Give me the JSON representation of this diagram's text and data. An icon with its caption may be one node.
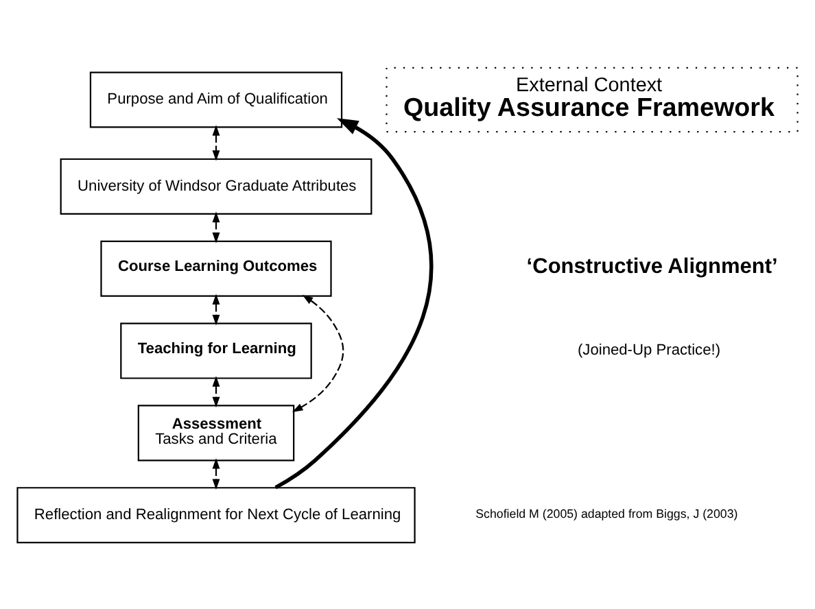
{
  "diagram": {
    "nodes": [
      {
        "text": [
          "Purpose and Aim of Qualification"
        ]
      },
      {
        "text": [
          "University of Windsor Graduate Attributes"
        ]
      },
      {
        "text": [
          "Course Learning Outcomes"
        ]
      },
      {
        "text": [
          "Teaching for Learning"
        ]
      },
      {
        "text": [
          "Assessment",
          "Tasks and Criteria"
        ]
      },
      {
        "text": [
          "Reflection and Realignment for Next Cycle of Learning"
        ]
      },
      {
        "text": [
          "External Context",
          "Quality Assurance Framework"
        ]
      }
    ],
    "edges": [
      {
        "from": 0,
        "to": 1,
        "arrow": "both",
        "style": "dashed"
      },
      {
        "from": 1,
        "to": 2,
        "arrow": "both",
        "style": "dashed"
      },
      {
        "from": 2,
        "to": 3,
        "arrow": "both",
        "style": "dashed"
      },
      {
        "from": 3,
        "to": 4,
        "arrow": "both",
        "style": "dashed"
      },
      {
        "from": 4,
        "to": 5,
        "arrow": "both",
        "style": "dashed"
      },
      {
        "from": 2,
        "to": 4,
        "arrow": "both",
        "style": "dashed"
      },
      {
        "from": 5,
        "to": 0,
        "arrow": "to",
        "style": "thick"
      }
    ],
    "labels": [
      "‘Constructive Alignment’",
      "(Joined-Up Practice!)",
      "Schofield M (2005) adapted from Biggs, J (2003)"
    ]
  }
}
